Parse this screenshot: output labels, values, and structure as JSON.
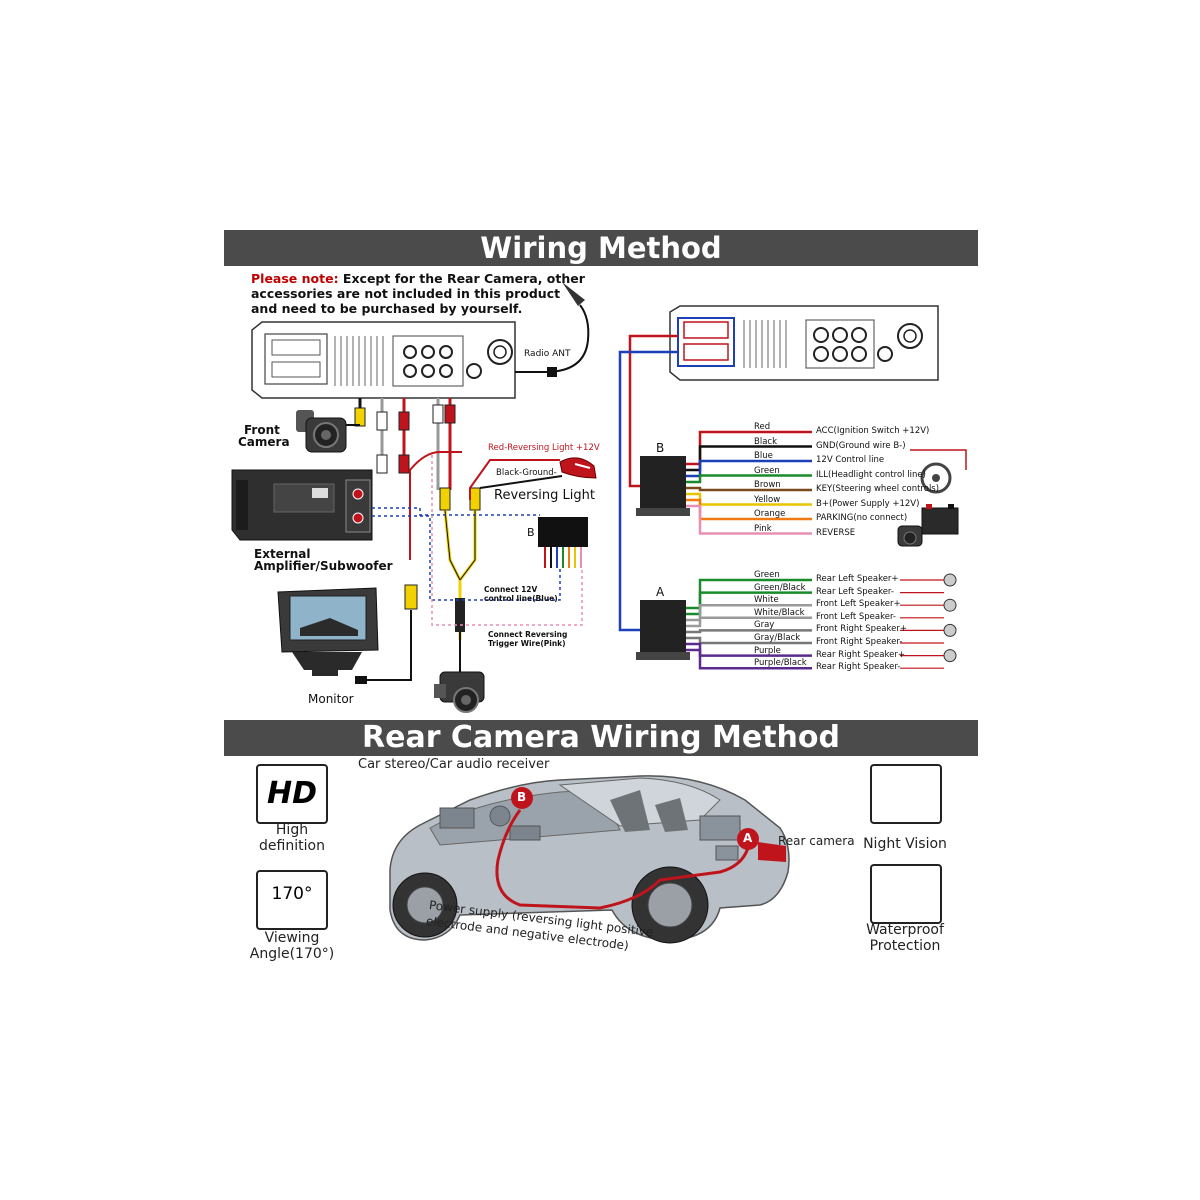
{
  "banners": {
    "wiring_title": "Wiring Method",
    "rear_title": "Rear Camera Wiring Method"
  },
  "note": {
    "prefix": "Please note:",
    "line1": " Except for the Rear Camera, other",
    "line2": "accessories are not included in this product",
    "line3": "and need to be purchased by yourself."
  },
  "left_diagram": {
    "radio_ant": "Radio ANT",
    "front_camera_1": "Front",
    "front_camera_2": "Camera",
    "amp_1": "External",
    "amp_2": "Amplifier/Subwoofer",
    "monitor": "Monitor",
    "red_reversing": "Red-Reversing Light +12V",
    "black_ground": "Black-Ground-",
    "reversing_light": "Reversing Light",
    "connector_b": "B",
    "connect_12v_1": "Connect 12V",
    "connect_12v_2": "control line(Blue)",
    "connect_rev_1": "Connect Reversing",
    "connect_rev_2": "Trigger Wire(Pink)"
  },
  "harness_b": {
    "label": "B",
    "wires": [
      {
        "color": "Red",
        "hex": "#c0141c",
        "function": "ACC(Ignition Switch +12V)"
      },
      {
        "color": "Black",
        "hex": "#111111",
        "function": "GND(Ground wire B-)"
      },
      {
        "color": "Blue",
        "hex": "#1d3fb8",
        "function": "12V Control line"
      },
      {
        "color": "Green",
        "hex": "#1b8a2a",
        "function": "ILL(Headlight control line)"
      },
      {
        "color": "Brown",
        "hex": "#7a4a1e",
        "function": "KEY(Steering wheel controls)"
      },
      {
        "color": "Yellow",
        "hex": "#e8c400",
        "function": "B+(Power Supply +12V)"
      },
      {
        "color": "Orange",
        "hex": "#f07a10",
        "function": "PARKING(no connect)"
      },
      {
        "color": "Pink",
        "hex": "#e98fb5",
        "function": "REVERSE"
      }
    ]
  },
  "harness_a": {
    "label": "A",
    "wires": [
      {
        "color": "Green",
        "hex": "#1b8a2a",
        "function": "Rear Left Speaker+"
      },
      {
        "color": "Green/Black",
        "hex": "#1b8a2a",
        "function": "Rear Left Speaker-"
      },
      {
        "color": "White",
        "hex": "#9a9a9a",
        "function": "Front Left Speaker+"
      },
      {
        "color": "White/Black",
        "hex": "#9a9a9a",
        "function": "Front Left Speaker-"
      },
      {
        "color": "Gray",
        "hex": "#777777",
        "function": "Front Right Speaker+"
      },
      {
        "color": "Gray/Black",
        "hex": "#777777",
        "function": "Front Right Speaker-"
      },
      {
        "color": "Purple",
        "hex": "#5b2a8e",
        "function": "Rear Right Speaker+"
      },
      {
        "color": "Purple/Black",
        "hex": "#5b2a8e",
        "function": "Rear Right Speaker-"
      }
    ]
  },
  "rear_section": {
    "car_stereo": "Car stereo/Car audio receiver",
    "rear_camera": "Rear camera",
    "power_supply_1": "Power supply (reversing light positive",
    "power_supply_2": "electrode and negative electrode)",
    "marker_a": "A",
    "marker_b": "B"
  },
  "features": {
    "hd_icon": "HD",
    "hd_1": "High",
    "hd_2": "definition",
    "angle_icon": "170°",
    "angle_1": "Viewing",
    "angle_2": "Angle(170°)",
    "night_1": "Night Vision",
    "water_1": "Waterproof",
    "water_2": "Protection"
  }
}
